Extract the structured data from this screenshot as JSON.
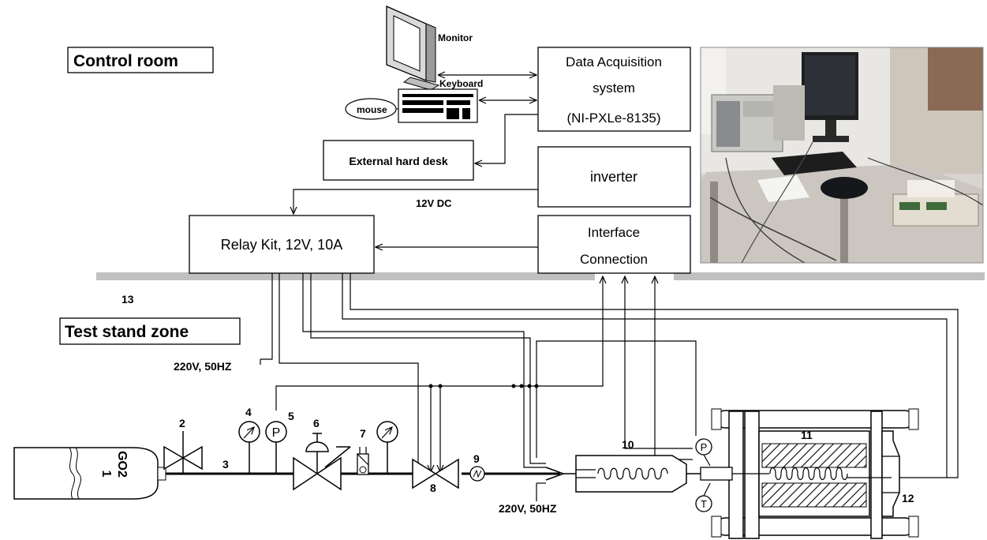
{
  "zones": {
    "control_room": "Control room",
    "test_stand": "Test stand zone",
    "wall_number": "13"
  },
  "control_equipment": {
    "monitor": "Monitor",
    "keyboard": "Keyboard",
    "mouse": "mouse",
    "daq_line1": "Data Acquisition",
    "daq_line2": "system",
    "daq_line3": "(NI-PXLe-8135)",
    "hard_disk": "External hard desk",
    "inverter": "inverter",
    "relay_kit": "Relay Kit, 12V, 10A",
    "interface_line1": "Interface",
    "interface_line2": "Connection",
    "dc_label": "12V DC"
  },
  "power_labels": {
    "upper": "220V, 50HZ",
    "lower": "220V, 50HZ"
  },
  "components": {
    "cylinder_gas": "GO2",
    "cylinder_num": "1",
    "n2": "2",
    "n3": "3",
    "n4": "4",
    "n5": "5",
    "n6": "6",
    "n7": "7",
    "n8": "8",
    "n9": "9",
    "n10": "10",
    "n11": "11",
    "n12": "12",
    "p_symbol": "P",
    "t_symbol": "T"
  },
  "colors": {
    "wall": "#c0c0c0",
    "line": "#000000"
  }
}
